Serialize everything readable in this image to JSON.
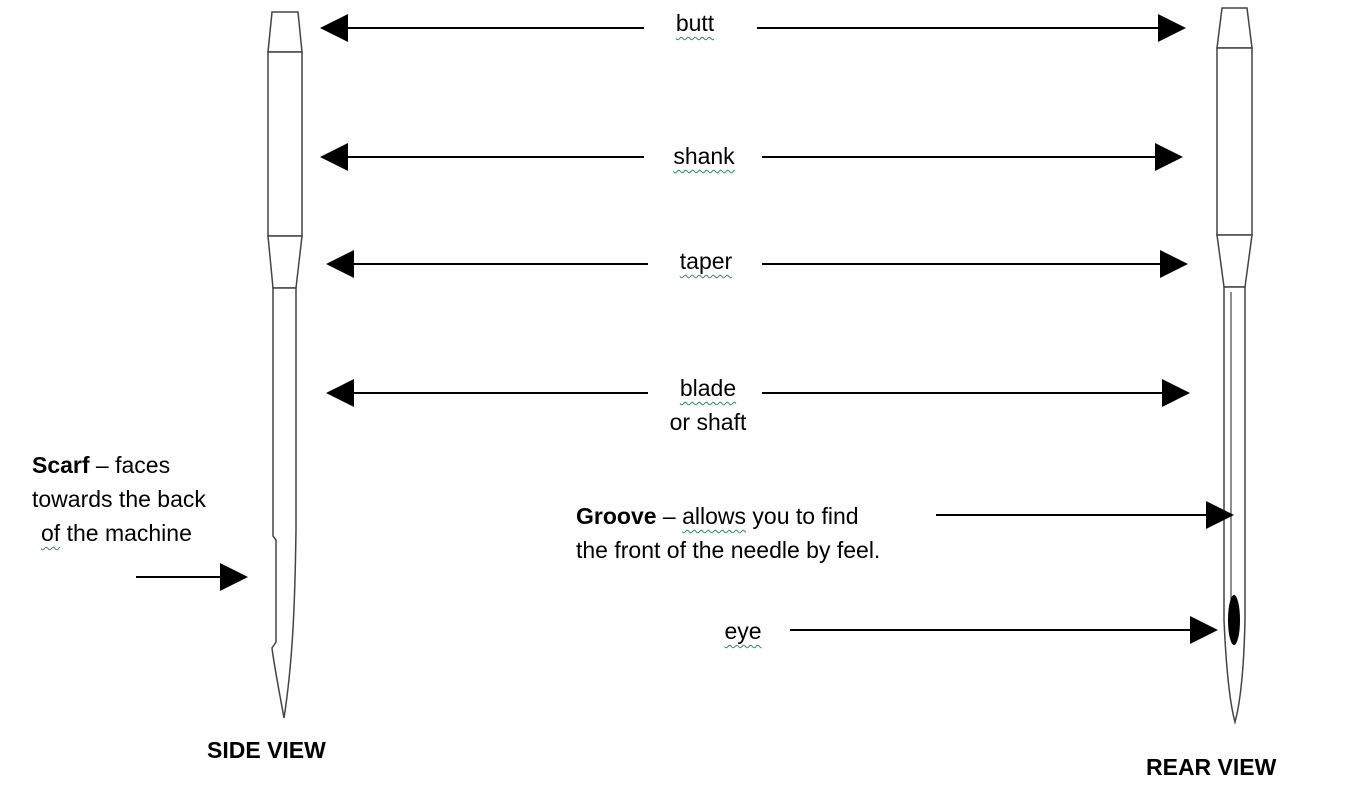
{
  "labels": {
    "butt": "butt",
    "shank": "shank",
    "taper": "taper",
    "blade_line1": "blade",
    "blade_line2": "or shaft",
    "scarf_title": "Scarf",
    "scarf_line1_rest": " – faces",
    "scarf_line2": "towards the back",
    "scarf_line3_word": "of",
    "scarf_line3_rest": " the machine",
    "groove_title": "Groove",
    "groove_dash": " – ",
    "groove_word": "allows",
    "groove_line1_rest": " you to find",
    "groove_line2": "the front of the needle by feel.",
    "eye": "eye"
  },
  "views": {
    "side": "SIDE VIEW",
    "rear": "REAR VIEW"
  },
  "colors": {
    "outline": "#444444",
    "arrow": "#000000",
    "spellcheck_underline": "#2e8b57"
  }
}
